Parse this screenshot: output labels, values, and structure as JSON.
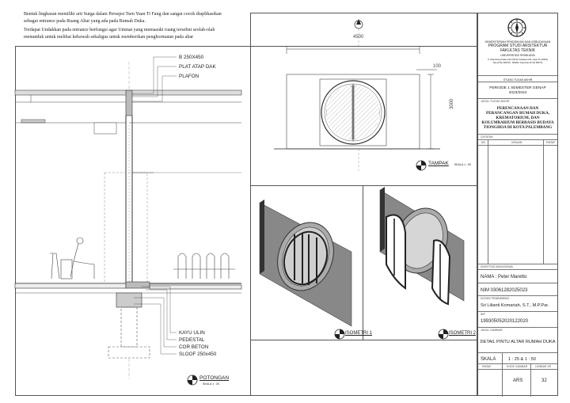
{
  "description": {
    "line1": "Bentuk lingkaran memiliki arti Surga dalam Persepsi Tsen Yuan Ti Fang dan sangat cocok diaplikasikan",
    "line2": "sebagai entrance pada Ruang Altar yang ada pada Rumah Duka.",
    "line3": "Terdapat Undakkan pada entrance berfungsi agar Ummat yang memasuki ruang tersebut seolah-olah",
    "line4": "menunduk untuk melihat kebawah sekaligus untuk memberikan penghormatan pada altar"
  },
  "section": {
    "label_beam": "B 250X450",
    "label_roof": "PLAT ATAP DAK",
    "label_plafon": "PLAFON",
    "label_floor": "KAYU ULIN",
    "label_pedestal": "PEDESTAL",
    "label_concrete": "COR BETON",
    "label_sloof": "SLOOF 250x450",
    "title": "POTONGAN",
    "scale": "SKALA 1 : 25"
  },
  "plan": {
    "title": "TAMPAK",
    "scale": "SKALA 1 : 50",
    "dim_width": "4500",
    "dim_depth": "100",
    "dim_height": "3000"
  },
  "iso1": {
    "title": "ISOMETRI 1"
  },
  "iso2": {
    "title": "ISOMETRI 2"
  },
  "titleblock": {
    "ministry": "KEMENTERIAN PENDIDIKAN DAN KEBUDAYAAN",
    "program": "PROGRAM STUDI ARSITEKTUR",
    "faculty": "FAKULTAS TEKNIK",
    "university": "UNIVERSITAS SRIWIJAYA",
    "address1": "Jl. Palembang-Prabumulih KM.32 Indralaya Kab. Ogan Ilir (30662)",
    "address2": "Telp.(0711) 580739 - 580062, Faksimile (0711) 580741",
    "studio": "STUDIO TUGAS AKHIR",
    "period_line1": "PERIODE 1 SEMESTER GENAP",
    "period_line2": "2023/2024",
    "judul_hdr": "JUDUL TUGAS AKHIR",
    "judul1": "PERENCANAAN DAN",
    "judul2": "PERANCANGAN RUMAH DUKA,",
    "judul3": "KREMATORIUM, DAN",
    "judul4": "KOLUMBARIUM BERBASIS BUDAYA",
    "judul5": "TIONGHOA DI KOTA PALEMBANG",
    "catatan_hdr": "CATATAN",
    "col_no": "NO",
    "col_uraian": "URAIAN",
    "col_paraf": "PARAF",
    "mhs_hdr": "IDENTITAS MAHASISWA",
    "name": "NAMA : Peter Maretto",
    "nim": "NIM  03061282025023",
    "dosen_hdr": "DOSEN PEMBIMBING",
    "dosen": "Sri Lilianti Komariah, S.T., M.P.Par.",
    "nip_hdr": "NIP",
    "nip": "199305052020122020",
    "gambar_hdr": "JUDUL GAMBAR",
    "gambar": "DETAIL PINTU ALTAR RUMAH DUKA",
    "skala_label": "SKALA",
    "skala_value": "1 : 25 & 1 : 50",
    "paraf_hdr": "PARAF",
    "kode_hdr": "KODE GAMBAR",
    "lembar_hdr": "LEMBAR KE",
    "kode": "ARS",
    "lembar": "32"
  }
}
